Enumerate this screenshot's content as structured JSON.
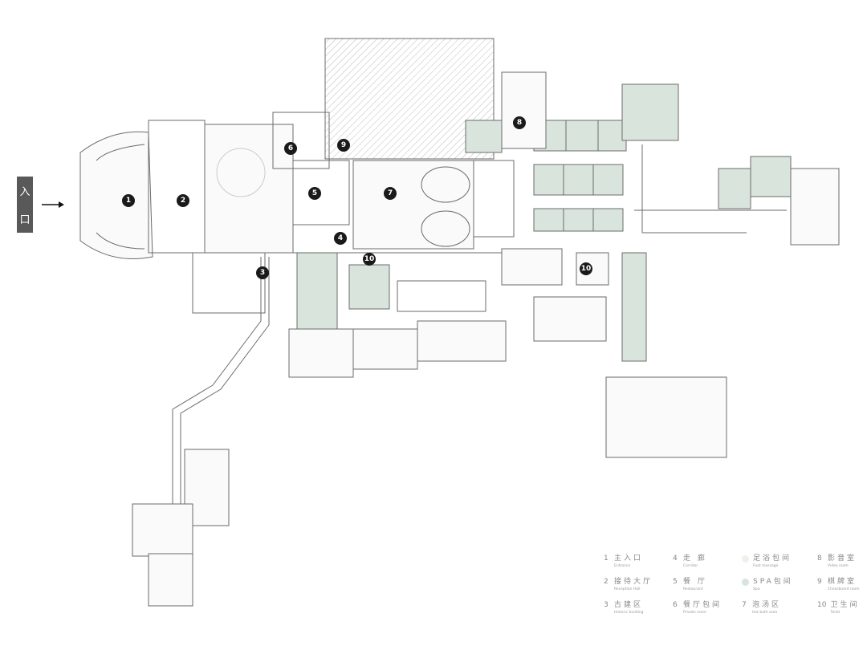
{
  "entrance_tag": {
    "chars": [
      "入",
      "口"
    ]
  },
  "colors": {
    "foot_massage": "#eef1ea",
    "spa": "#d9e4dc",
    "wall": "#6b6b6b",
    "tag": "#595959",
    "marker": "#1a1a1a"
  },
  "markers": [
    "1",
    "2",
    "3",
    "4",
    "5",
    "6",
    "7",
    "8",
    "9",
    "10",
    "10"
  ],
  "legend": [
    {
      "num": "1",
      "zh": "主入口",
      "en": "Entrance"
    },
    {
      "num": "4",
      "zh": "走 廊",
      "en": "Corridor"
    },
    {
      "swatch": "foot_massage",
      "zh": "足浴包间",
      "en": "Foot massage"
    },
    {
      "num": "8",
      "zh": "影音室",
      "en": "Video room"
    },
    {
      "num": "2",
      "zh": "接待大厅",
      "en": "Reception Hall"
    },
    {
      "num": "5",
      "zh": "餐 厅",
      "en": "Restaurant"
    },
    {
      "swatch": "spa",
      "zh": "SPA包间",
      "en": "Spa"
    },
    {
      "num": "9",
      "zh": "棋牌室",
      "en": "Chessboard room"
    },
    {
      "num": "3",
      "zh": "古建区",
      "en": "Historic building"
    },
    {
      "num": "6",
      "zh": "餐厅包间",
      "en": "Private room"
    },
    {
      "num": "7",
      "zh": "泡汤区",
      "en": "Hot bath area"
    },
    {
      "num": "10",
      "zh": "卫生间",
      "en": "Toilet"
    }
  ]
}
